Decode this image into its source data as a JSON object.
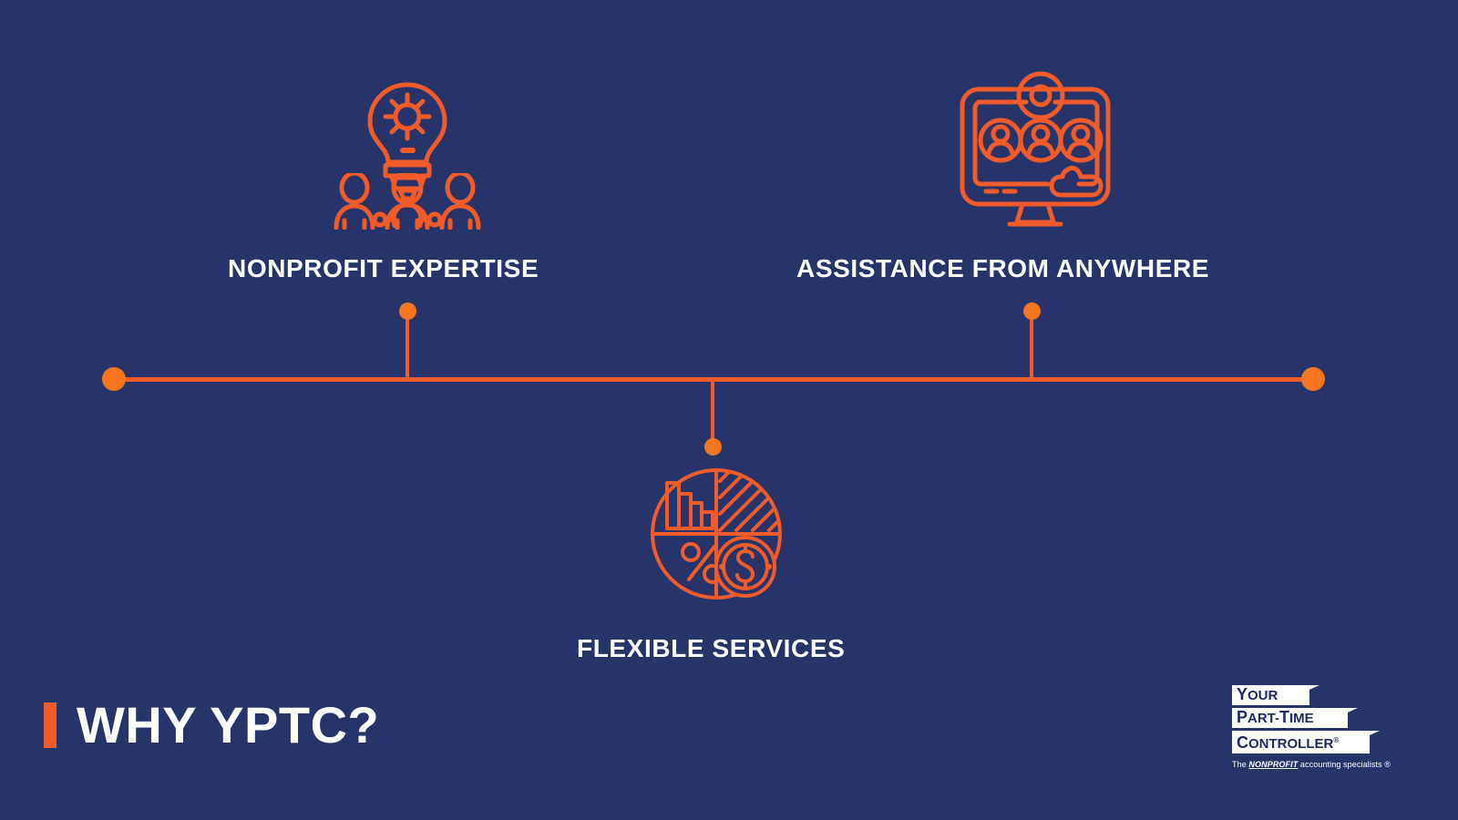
{
  "slide": {
    "title": "WHY YPTC?",
    "background_color": "#273469",
    "accent_color": "#F15A29",
    "dot_color": "#F8741D",
    "text_color": "#FFFFFF"
  },
  "timeline": {
    "nodes": [
      {
        "id": "node-1",
        "label": "NONPROFIT EXPERTISE",
        "icon": "lightbulb-team-icon",
        "position": "above"
      },
      {
        "id": "node-2",
        "label": "ASSISTANCE FROM ANYWHERE",
        "icon": "monitor-video-call-icon",
        "position": "above"
      },
      {
        "id": "node-3",
        "label": "FLEXIBLE SERVICES",
        "icon": "pie-chart-finance-icon",
        "position": "below"
      }
    ],
    "endpoint_left": "timeline-endpoint-left",
    "endpoint_right": "timeline-endpoint-right"
  },
  "logo": {
    "line1": "Your",
    "line1_cap": "Y",
    "line1_rest": "OUR",
    "line2_cap_a": "P",
    "line2_rest_a": "ART",
    "line2_dash": "-",
    "line2_cap_b": "T",
    "line2_rest_b": "IME",
    "line3_cap": "C",
    "line3_rest": "ONTROLLER",
    "registered": "®",
    "tagline_pre": "The ",
    "tagline_bold": "NONPROFIT",
    "tagline_post": " accounting specialists ®"
  }
}
